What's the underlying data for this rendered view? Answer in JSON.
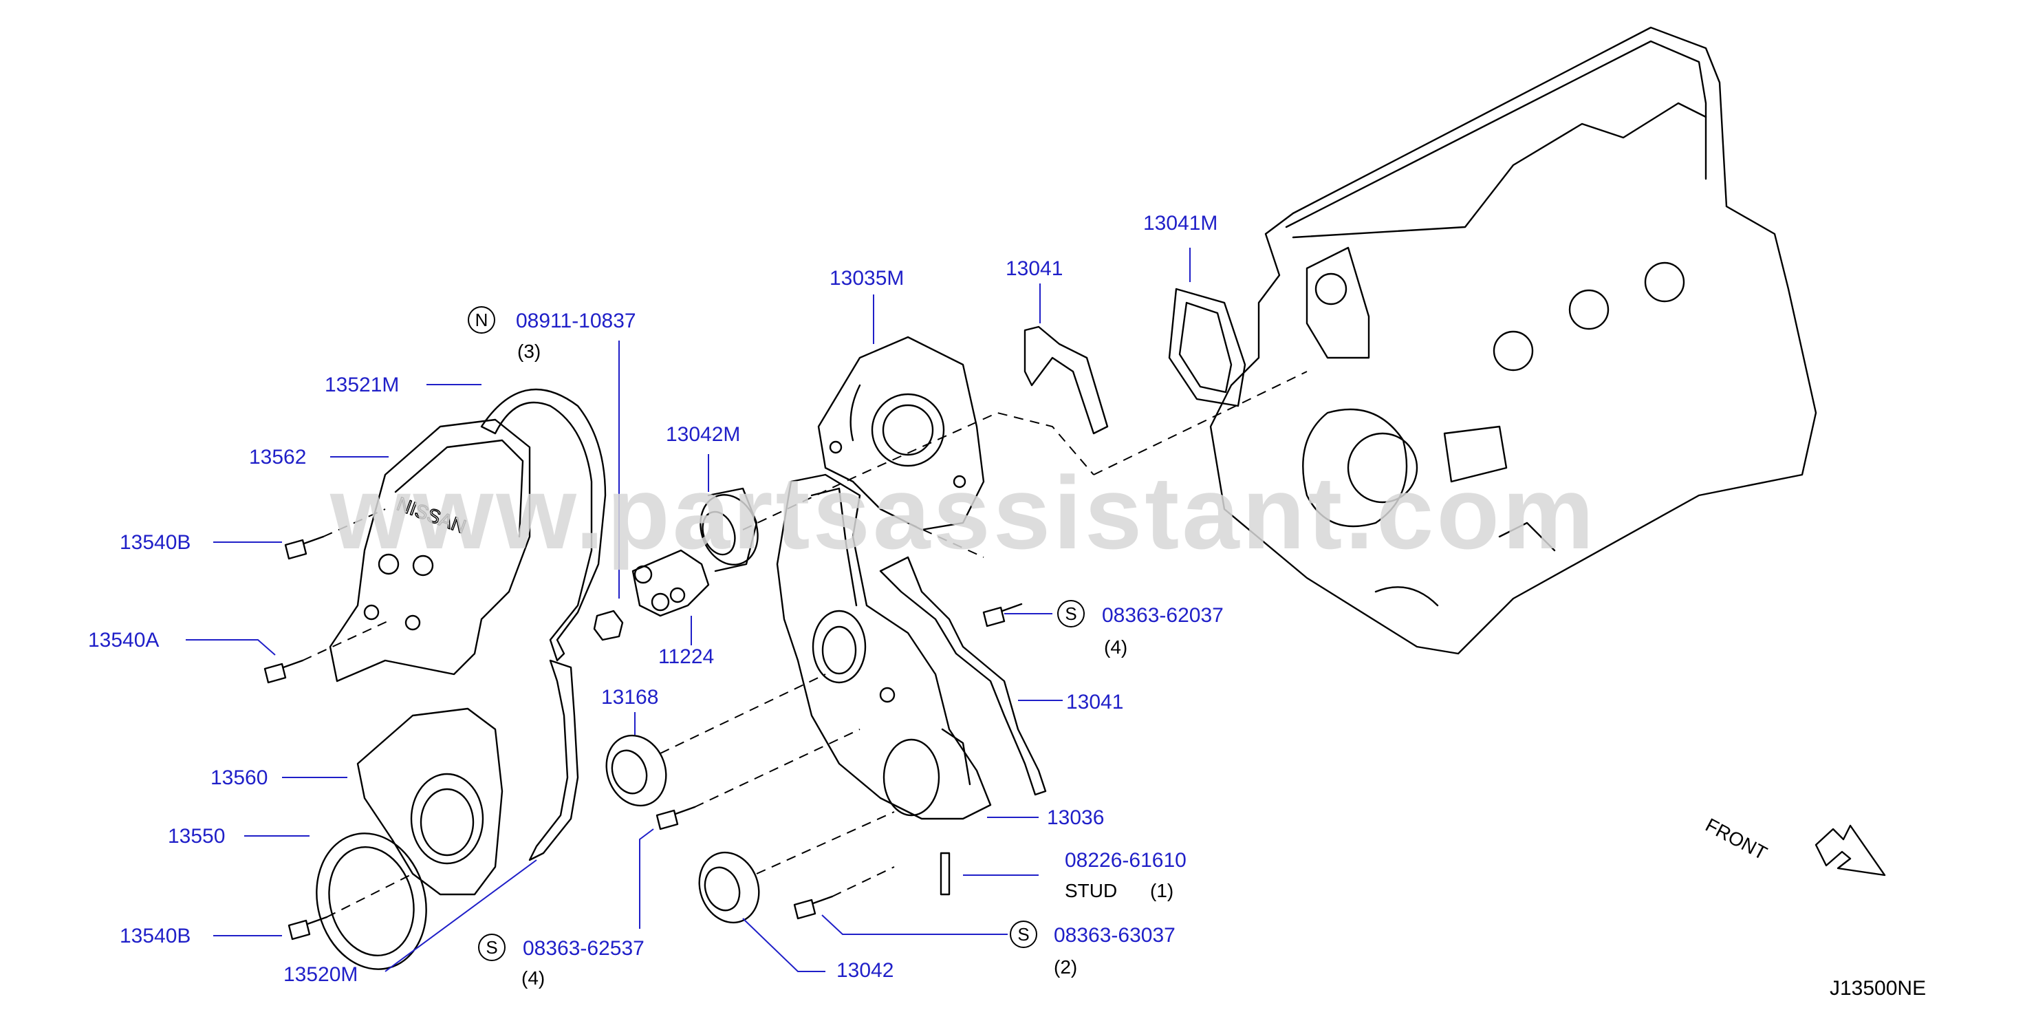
{
  "watermark": "www.partsassistant.com",
  "diagram_code": "J13500NE",
  "front_label": "FRONT",
  "symbol_n": "N",
  "symbol_s": "S",
  "callouts": {
    "c08911": "08911-10837",
    "q3": "(3)",
    "c13521m": "13521M",
    "c13562": "13562",
    "c13540b_top": "13540B",
    "c13540a": "13540A",
    "c13560": "13560",
    "c13550": "13550",
    "c13540b_bottom": "13540B",
    "c13520m": "13520M",
    "c08363_62537": "08363-62537",
    "q4_bottom": "(4)",
    "c13042m": "13042M",
    "c11224": "11224",
    "c13168": "13168",
    "c13035m": "13035M",
    "c13041_top": "13041",
    "c13041m": "13041M",
    "c08363_62037": "08363-62037",
    "q4_right": "(4)",
    "c13041_mid": "13041",
    "c13036": "13036",
    "c08226": "08226-61610",
    "stud": "STUD",
    "q1": "(1)",
    "c08363_63037": "08363-63037",
    "q2": "(2)",
    "c13042": "13042"
  }
}
